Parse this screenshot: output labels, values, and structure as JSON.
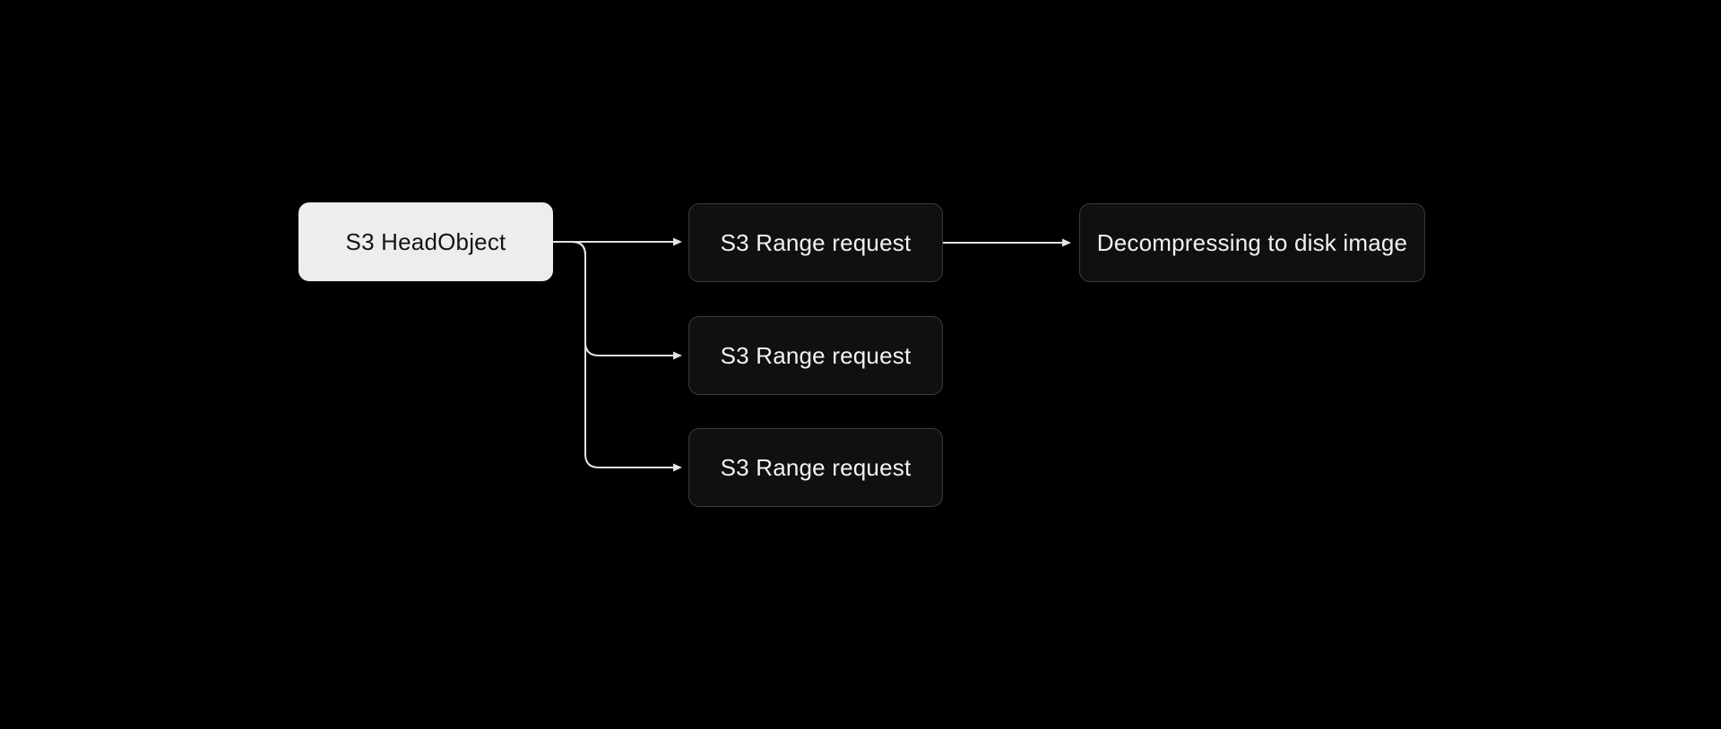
{
  "diagram": {
    "background_color": "#000000",
    "connector_color": "#e3e3e3",
    "nodes": [
      {
        "id": "head",
        "label": "S3 HeadObject",
        "variant": "light",
        "fill": "#ededed",
        "text_color": "#141414"
      },
      {
        "id": "range1",
        "label": "S3 Range request",
        "variant": "dark",
        "fill": "#101010",
        "border_color": "#3a3a3a",
        "text_color": "#f2f2f2"
      },
      {
        "id": "range2",
        "label": "S3 Range request",
        "variant": "dark",
        "fill": "#101010",
        "border_color": "#3a3a3a",
        "text_color": "#f2f2f2"
      },
      {
        "id": "range3",
        "label": "S3 Range request",
        "variant": "dark",
        "fill": "#101010",
        "border_color": "#3a3a3a",
        "text_color": "#f2f2f2"
      },
      {
        "id": "decompress",
        "label": "Decompressing to disk image",
        "variant": "dark",
        "fill": "#101010",
        "border_color": "#3a3a3a",
        "text_color": "#f2f2f2"
      }
    ],
    "edges": [
      {
        "from": "head",
        "to": "range1",
        "style": "arrow"
      },
      {
        "from": "head",
        "to": "range2",
        "style": "arrow"
      },
      {
        "from": "head",
        "to": "range3",
        "style": "arrow"
      },
      {
        "from": "range1",
        "to": "decompress",
        "style": "arrow"
      }
    ]
  }
}
